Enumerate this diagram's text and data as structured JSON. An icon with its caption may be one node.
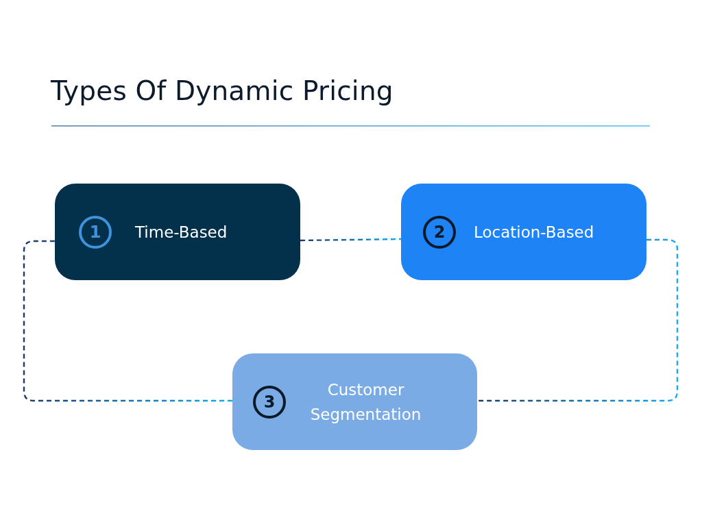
{
  "diagram": {
    "title": "Types Of Dynamic Pricing",
    "nodes": [
      {
        "text": [
          "1",
          "Time-Based"
        ]
      },
      {
        "text": [
          "2",
          "Location-Based"
        ]
      },
      {
        "text": [
          "3",
          "Customer Segmentation"
        ]
      }
    ],
    "edges": [
      {
        "from": 0,
        "to": 1,
        "arrow": "none",
        "style": "dashed"
      },
      {
        "from": 1,
        "to": 2,
        "arrow": "none",
        "style": "dashed"
      },
      {
        "from": 2,
        "to": 0,
        "arrow": "none",
        "style": "dashed"
      }
    ]
  }
}
